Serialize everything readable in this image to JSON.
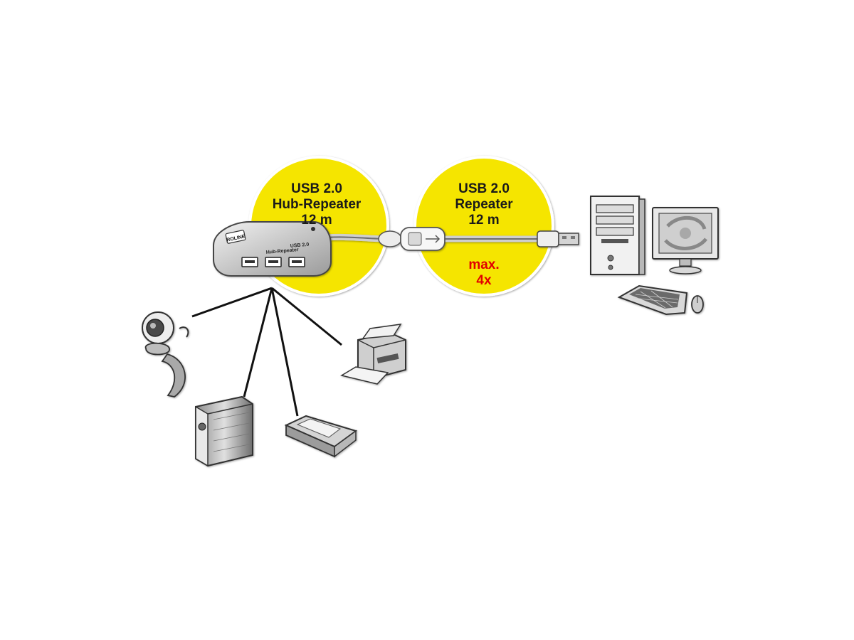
{
  "hub_repeater": {
    "line1": "USB 2.0",
    "line2": "Hub-Repeater",
    "line3": "12 m"
  },
  "repeater": {
    "line1": "USB 2.0",
    "line2": "Repeater",
    "line3": "12 m"
  },
  "cascade": {
    "line1": "max.",
    "line2": "4x"
  },
  "hub_logo": {
    "brand": "ROLINE",
    "model1": "USB 2.0",
    "model2": "Hub-Repeater"
  },
  "colors": {
    "circle_fill": "#f5e500",
    "cascade_text": "#e10000"
  },
  "icons": [
    "usb-hub-icon",
    "repeater-cable-icon",
    "usb-plug-icon",
    "pc-tower-icon",
    "monitor-icon",
    "keyboard-icon",
    "mouse-icon",
    "webcam-icon",
    "external-drive-icon",
    "scanner-icon",
    "printer-icon"
  ]
}
